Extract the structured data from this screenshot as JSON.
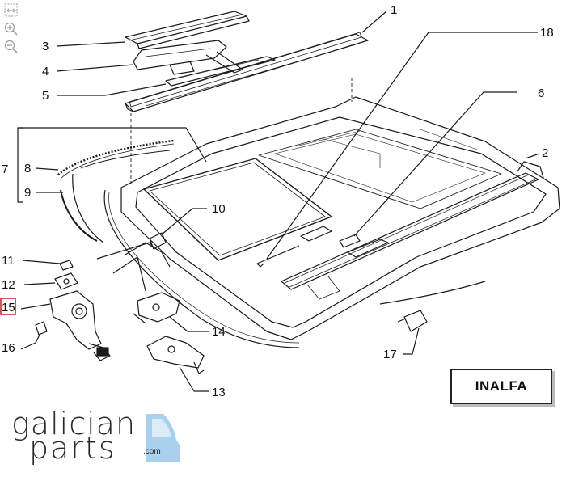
{
  "toolbar": {
    "icons": [
      "fullscreen-icon",
      "zoom-in-icon",
      "zoom-out-icon"
    ]
  },
  "callouts": {
    "c1": "1",
    "c2": "2",
    "c3": "3",
    "c4": "4",
    "c5": "5",
    "c6": "6",
    "c7": "7",
    "c8": "8",
    "c9": "9",
    "c10": "10",
    "c11": "11",
    "c12": "12",
    "c13": "13",
    "c14": "14",
    "c15": "15",
    "c16": "16",
    "c17": "17",
    "c18": "18"
  },
  "brand_label": "INALFA",
  "logo": {
    "line1": "galician",
    "line2": "parts",
    "domain": ".com"
  },
  "colors": {
    "line": "#1a1a1a",
    "highlight_box": "#d11a1a",
    "logo_car": "#a9d0ec",
    "toolbar_icon": "#9a9a9a"
  }
}
